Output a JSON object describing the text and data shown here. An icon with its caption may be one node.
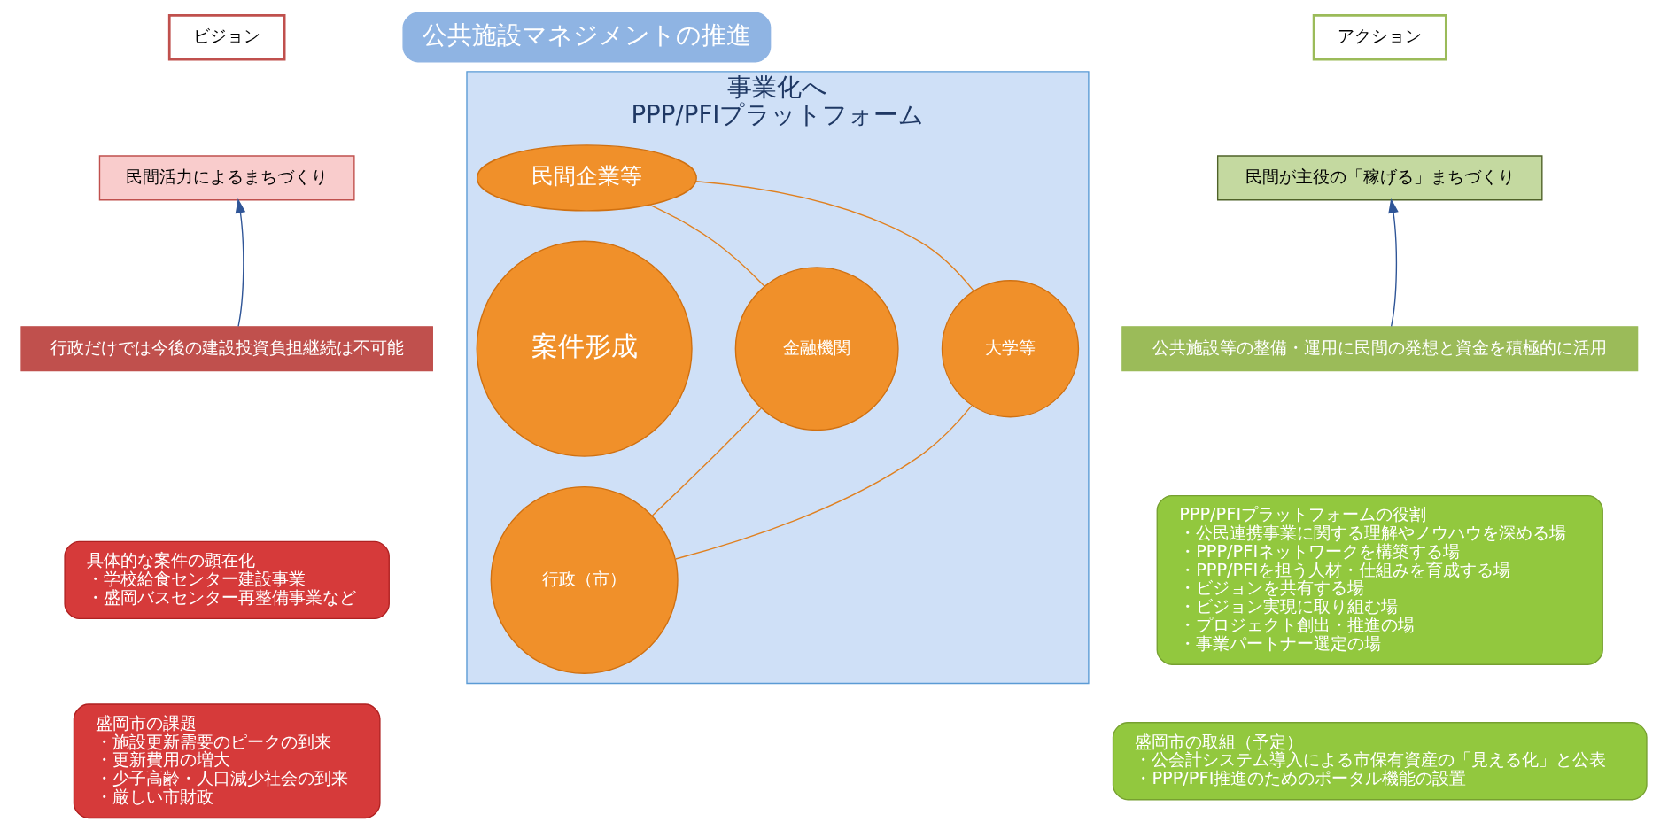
{
  "diagram": {
    "nodes": [
      {
        "text": [
          "ビジョン"
        ]
      },
      {
        "text": [
          "民間活力によるまちづくり"
        ]
      },
      {
        "text": [
          "行政だけでは今後の建設投資負担継続は不可能"
        ]
      },
      {
        "text": [
          "具体的な案件の顕在化",
          "・学校給食センター建設事業",
          "・盛岡バスセンター再整備事業など"
        ]
      },
      {
        "text": [
          "盛岡市の課題",
          "・施設更新需要のピークの到来",
          "・更新費用の増大",
          "・少子高齢・人口減少社会の到来",
          "・厳しい市財政"
        ]
      },
      {
        "text": [
          "公共施設マネジメントの推進"
        ]
      },
      {
        "text": [
          "事業化へ",
          "PPP/PFIプラットフォーム"
        ]
      },
      {
        "text": [
          "民間企業等"
        ],
        "in": 6
      },
      {
        "text": [
          "大学等"
        ],
        "in": 6
      },
      {
        "text": [
          "案件形成"
        ],
        "in": 6
      },
      {
        "text": [
          "金融機関"
        ],
        "in": 6
      },
      {
        "text": [
          "行政（市）"
        ],
        "in": 6
      },
      {
        "text": [
          "アクション"
        ]
      },
      {
        "text": [
          "民間が主役の「稼げる」まちづくり"
        ]
      },
      {
        "text": [
          "公共施設等の整備・運用に民間の発想と資金を積極的に活用"
        ]
      },
      {
        "text": [
          "PPP/PFIプラットフォームの役割",
          "・公民連携事業に関する理解やノウハウを深める場",
          "・PPP/PFIネットワークを構築する場",
          "・PPP/PFIを担う人材・仕組みを育成する場",
          "・ビジョンを共有する場",
          "・ビジョン実現に取り組む場",
          "・プロジェクト創出・推進の場",
          "・事業パートナー選定の場"
        ]
      },
      {
        "text": [
          "盛岡市の取組（予定）",
          "・公会計システム導入による市保有資産の「見える化」と公表",
          "・PPP/PFI推進のためのポータル機能の設置"
        ]
      }
    ],
    "edges": [
      {
        "from": 2,
        "to": 1,
        "arrow": "to",
        "color": "#2f5597"
      },
      {
        "from": 14,
        "to": 13,
        "arrow": "to",
        "color": "#2f5597"
      },
      {
        "from": 7,
        "to": 10,
        "arrow": "none"
      },
      {
        "from": 10,
        "to": 11,
        "arrow": "none"
      },
      {
        "from": 11,
        "to": 8,
        "arrow": "none"
      },
      {
        "from": 8,
        "to": 7,
        "arrow": "none"
      }
    ]
  }
}
